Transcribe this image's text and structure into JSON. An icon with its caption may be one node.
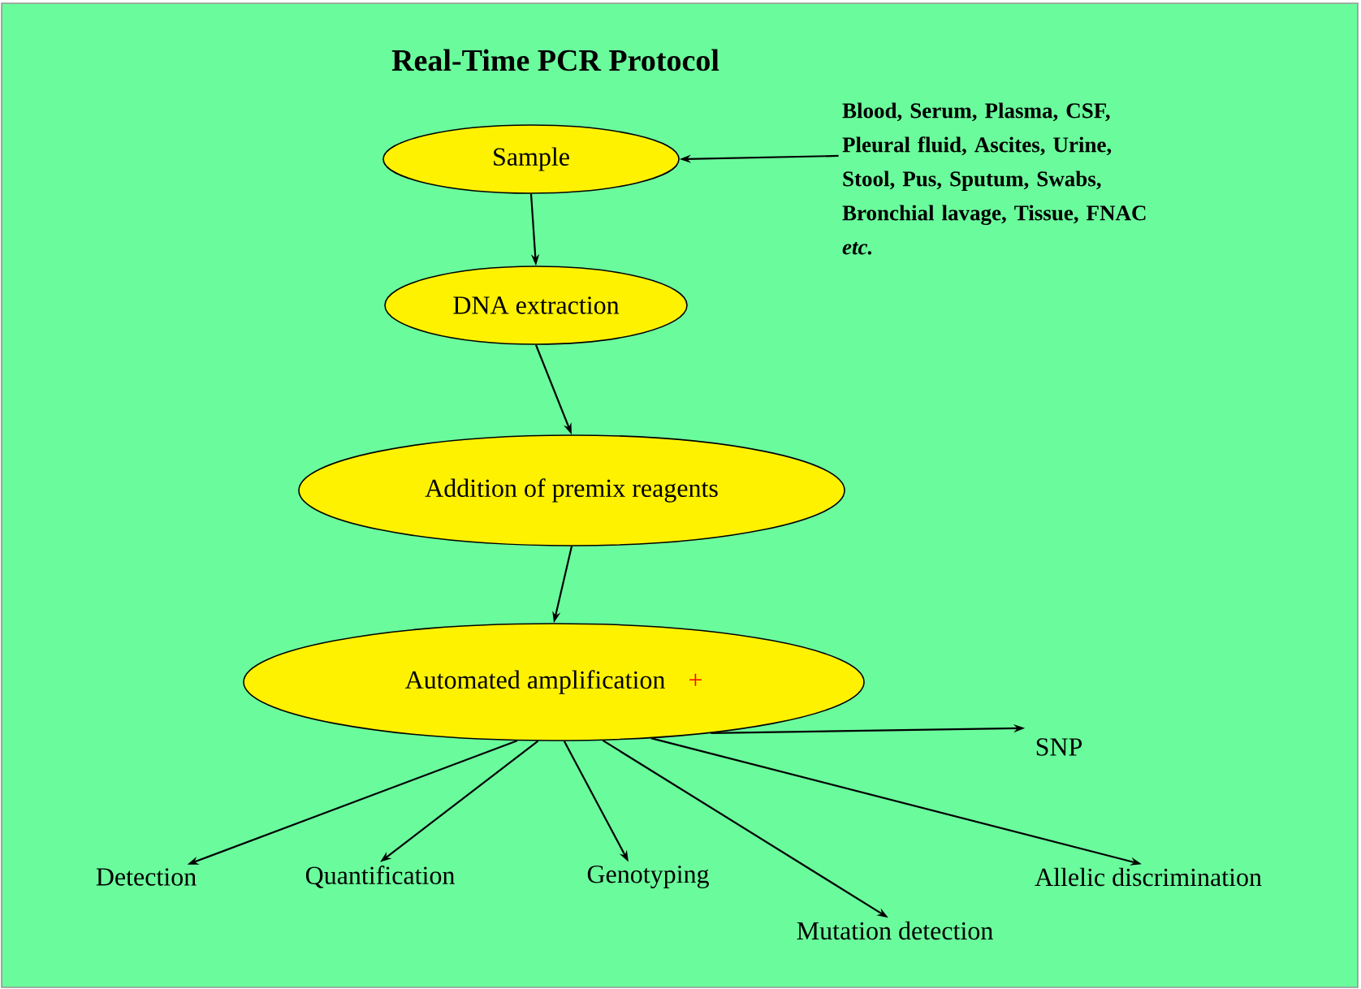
{
  "diagram": {
    "title": "Real-Time PCR Protocol",
    "nodes": [
      {
        "text": [
          "Sample"
        ]
      },
      {
        "text": [
          "DNA extraction"
        ]
      },
      {
        "text": [
          "Addition of premix reagents"
        ]
      },
      {
        "text": [
          "Automated amplification",
          "+"
        ]
      },
      {
        "text": [
          "Blood, Serum, Plasma, CSF, Pleural fluid, Ascites, Urine, Stool, Pus, Sputum, Swabs, Bronchial lavage, Tissue, FNAC *etc.*"
        ]
      },
      {
        "text": [
          "SNP"
        ]
      },
      {
        "text": [
          "Detection"
        ]
      },
      {
        "text": [
          "Quantification"
        ]
      },
      {
        "text": [
          "Genotyping"
        ]
      },
      {
        "text": [
          "Mutation detection"
        ]
      },
      {
        "text": [
          "Allelic discrimination"
        ]
      }
    ],
    "edges": [
      {
        "from": 4,
        "to": 0,
        "arrow": "to"
      },
      {
        "from": 0,
        "to": 1,
        "arrow": "to"
      },
      {
        "from": 1,
        "to": 2,
        "arrow": "to"
      },
      {
        "from": 2,
        "to": 3,
        "arrow": "to"
      },
      {
        "from": 3,
        "to": 5,
        "arrow": "to"
      },
      {
        "from": 3,
        "to": 6,
        "arrow": "to"
      },
      {
        "from": 3,
        "to": 7,
        "arrow": "to"
      },
      {
        "from": 3,
        "to": 8,
        "arrow": "to"
      },
      {
        "from": 3,
        "to": 9,
        "arrow": "to"
      },
      {
        "from": 3,
        "to": 10,
        "arrow": "to"
      }
    ]
  }
}
